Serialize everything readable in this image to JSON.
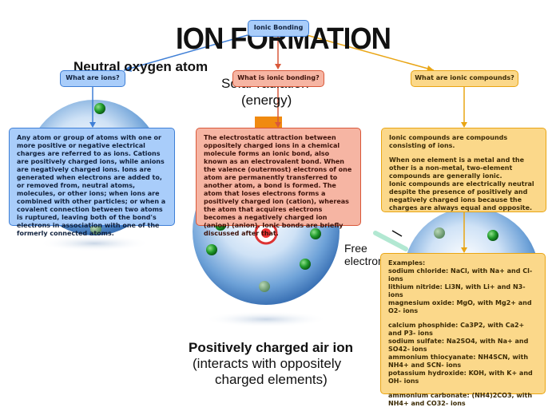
{
  "background": {
    "title": "ION FORMATION",
    "neutral_label": "Neutral oxygen atom",
    "solar_label": "Solar radiation",
    "energy_label": "(energy)",
    "free_label": "Free electron",
    "caption_bold": "Positively charged air ion",
    "caption_line1": "(interacts with oppositely",
    "caption_line2": "charged elements)"
  },
  "root": {
    "label": "Ionic Bonding"
  },
  "branches": {
    "ions": {
      "question": "What are ions?",
      "text": "Any atom or group of atoms with one or more positive or negative electrical charges are referred to as ions. Cations are positively charged ions, while anions are negatively charged ions. Ions are generated when electrons are added to, or removed from, neutral atoms, molecules, or other ions; when ions are combined with other particles; or when a covalent connection between two atoms is ruptured, leaving both of the bond's electrons in association with one of the formerly connected atoms."
    },
    "bonding": {
      "question": "What is ionic bonding?",
      "text": "The electrostatic attraction between oppositely charged ions in a chemical molecule forms an ionic bond, also known as an electrovalent bond. When the valence (outermost) electrons of one atom are permanently transferred to another atom, a bond is formed. The atom that loses electrons forms a positively charged ion (cation), whereas the atom that acquires electrons becomes a negatively charged ion (anion) (anion). Ionic bonds are briefly discussed after that."
    },
    "compounds": {
      "question": "What are ionic compounds?",
      "text1": "Ionic compounds are compounds consisting of ions.",
      "text2": "When one element is a metal and the other is a non-metal, two-element compounds are generally ionic.",
      "text3": "Ionic compounds are electrically neutral despite the presence of positively and negatively charged ions because the charges are always equal and opposite."
    },
    "examples": {
      "heading": "Examples:",
      "items": [
        "sodium chloride: NaCl, with Na+ and Cl- ions",
        "lithium nitride: Li3N, with Li+ and N3- ions",
        "magnesium oxide: MgO, with Mg2+ and O2- ions",
        "calcium phosphide: Ca3P2, with Ca2+ and P3- ions",
        "sodium sulfate: Na2SO4, with Na+ and SO42- ions",
        "ammonium thiocyanate: NH4SCN, with NH4+ and SCN- ions",
        "potassium hydroxide: KOH, with K+ and OH- ions",
        "ammonium carbonate: (NH4)2CO3, with NH4+ and CO32- ions"
      ]
    }
  },
  "colors": {
    "blue": "#3f7fd6",
    "red": "#d9583a",
    "yellow": "#e9a514"
  }
}
